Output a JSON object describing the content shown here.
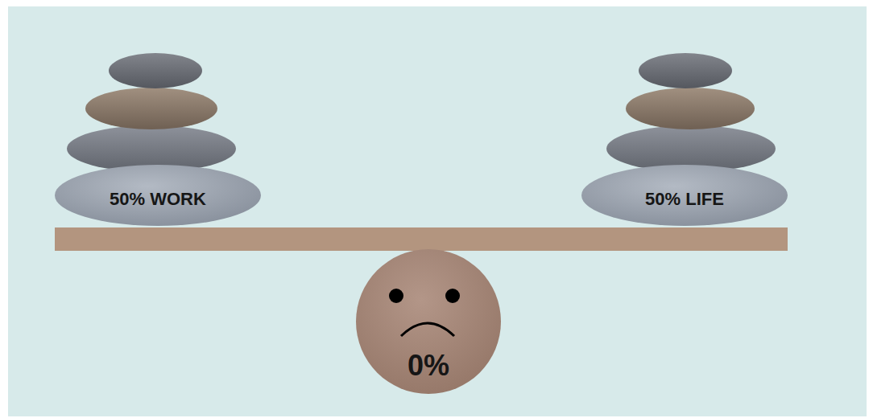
{
  "diagram": {
    "nodes": [
      {
        "text": [
          "50% WORK"
        ]
      },
      {
        "text": [
          "50% LIFE"
        ]
      },
      {
        "text": [
          "0%"
        ]
      }
    ]
  }
}
